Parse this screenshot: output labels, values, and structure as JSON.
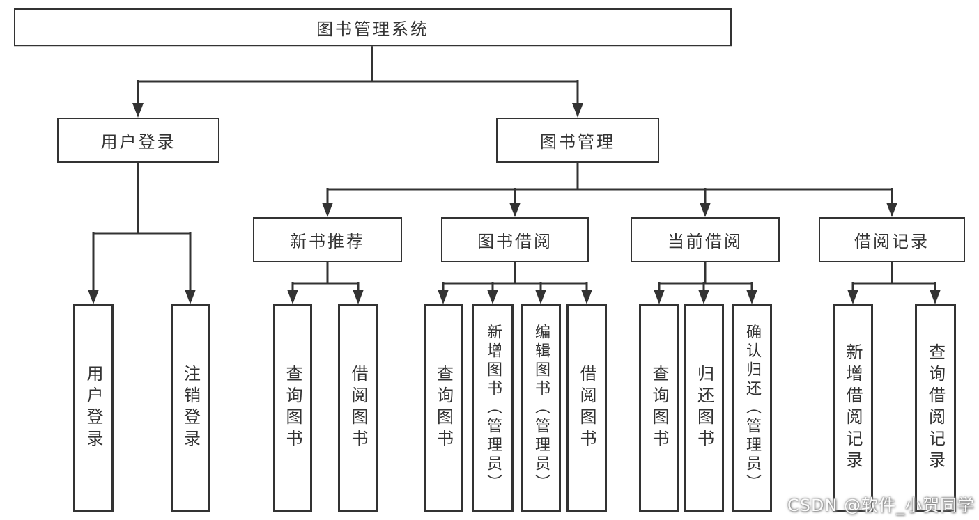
{
  "nodes": {
    "root": "图书管理系统",
    "user_login": "用户登录",
    "book_mgmt": "图书管理",
    "new_book": "新书推荐",
    "book_borrow": "图书借阅",
    "current_borrow": "当前借阅",
    "borrow_records": "借阅记录"
  },
  "leaves": {
    "user_login": "用户登录",
    "logout": "注销登录",
    "nb_query": "查询图书",
    "nb_borrow": "借阅图书",
    "bb_query": "查询图书",
    "bb_add": "新增图书（管理员）",
    "bb_edit": "编辑图书（管理员）",
    "bb_borrow": "借阅图书",
    "cb_query": "查询图书",
    "cb_return": "归还图书",
    "cb_confirm": "确认归还（管理员）",
    "br_add": "新增借阅记录",
    "br_query": "查询借阅记录"
  },
  "watermark": "CSDN @软件_小贺同学",
  "colors": {
    "line": "#333333",
    "text": "#333333",
    "background": "#ffffff",
    "watermark": "#fbfbfb"
  }
}
